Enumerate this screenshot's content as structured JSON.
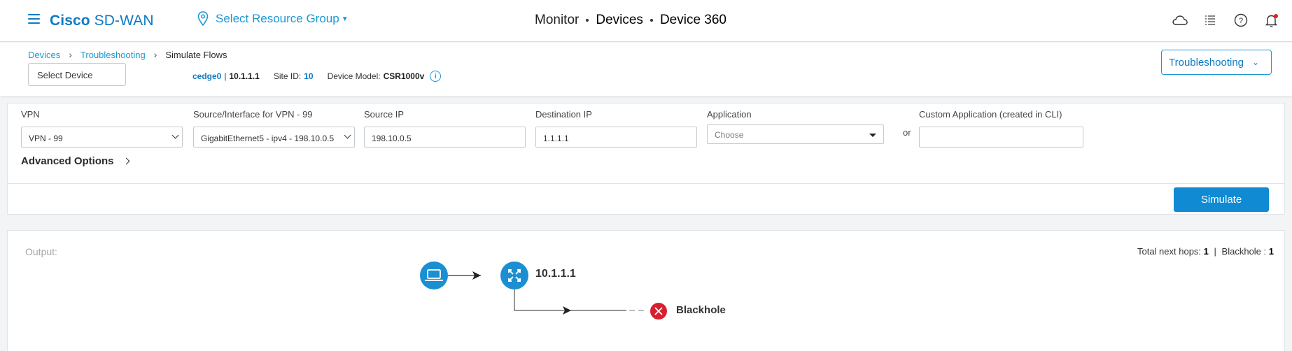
{
  "header": {
    "brand_bold": "Cisco",
    "brand_rest": "SD-WAN",
    "resource_group": "Select Resource Group",
    "title_parts": [
      "Monitor",
      "Devices",
      "Device 360"
    ],
    "icons": [
      "cloud-icon",
      "list-icon",
      "help-icon",
      "notification-icon"
    ],
    "notification_badge_color": "#e2231a"
  },
  "subheader": {
    "breadcrumb": [
      "Devices",
      "Troubleshooting",
      "Simulate Flows"
    ],
    "select_device_placeholder": "Select Device",
    "device_name": "cedge0",
    "device_separator": "|",
    "device_ip": "10.1.1.1",
    "site_label": "Site ID:",
    "site_id": "10",
    "model_label": "Device Model:",
    "model": "CSR1000v",
    "info_glyph": "i",
    "troubleshooting_label": "Troubleshooting"
  },
  "form": {
    "vpn_label": "VPN",
    "vpn_value": "VPN - 99",
    "source_label": "Source/Interface for VPN - 99",
    "source_value": "GigabitEthernet5 - ipv4 - 198.10.0.5",
    "source_ip_label": "Source IP",
    "source_ip_value": "198.10.0.5",
    "dest_ip_label": "Destination IP",
    "dest_ip_value": "1.1.1.1",
    "app_label": "Application",
    "app_placeholder": "Choose",
    "or_label": "or",
    "custom_app_label": "Custom Application (created in CLI)",
    "custom_app_value": "",
    "advanced_label": "Advanced Options",
    "simulate_label": "Simulate"
  },
  "output": {
    "label": "Output:",
    "hops_prefix": "Total next hops:",
    "hops_count": "1",
    "hops_sep": "|",
    "blackhole_prefix": "Blackhole :",
    "blackhole_count": "1",
    "router_label": "10.1.1.1",
    "blackhole_label": "Blackhole",
    "colors": {
      "node": "#1b8fd2",
      "blackhole": "#d71f2f",
      "accent": "#0d7ac4"
    }
  }
}
